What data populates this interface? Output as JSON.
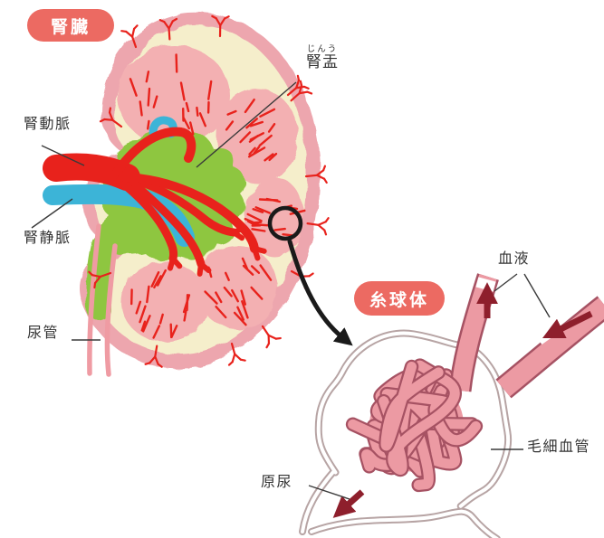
{
  "badges": {
    "kidney": "腎臓",
    "glomerulus": "糸球体"
  },
  "kidney_labels": {
    "renal_pelvis": {
      "furigana": "じんう",
      "base": "腎盂"
    },
    "renal_artery": "腎動脈",
    "renal_vein": "腎静脈",
    "ureter": "尿管"
  },
  "glomerulus_labels": {
    "blood": "血液",
    "capillary": "毛細血管",
    "primary_urine": "原尿"
  },
  "colors": {
    "badge": "#ec6a62",
    "outline_pink": "#eda6ae",
    "kidney_cream": "#f5eecb",
    "lobe_pink": "#f3b0b2",
    "vessel_red": "#e8221c",
    "vein_blue": "#3cb4d7",
    "pelvis_green": "#8ec640",
    "ureter_pink": "#ef9ba3",
    "glomerulus_pink": "#ec9aa3",
    "glomerulus_outline": "#a65263",
    "capsule_gray": "#b7a4a4",
    "flow_arrow": "#8e1f2c",
    "annotation_black": "#1a1a1a",
    "text": "#333333"
  }
}
